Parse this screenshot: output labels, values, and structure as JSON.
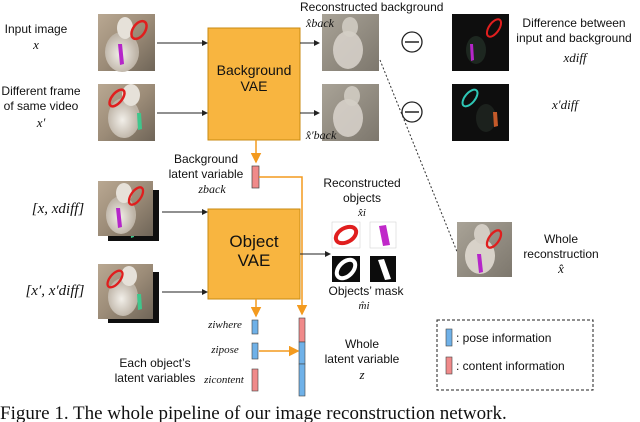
{
  "labels": {
    "input_image": "Input image",
    "input_var": "x",
    "different_frame": "Different frame",
    "of_same_video": "of same video",
    "frame_var": "x′",
    "reconstructed_background": "Reconstructed background",
    "xhat_back": "x̂back",
    "xhat_back_prime": "x̂′back",
    "difference_line1": "Difference between",
    "difference_line2": "input and background",
    "x_diff": "xdiff",
    "x_diff_prime": "x′diff",
    "bg_latent_line1": "Background",
    "bg_latent_line2": "latent variable",
    "z_back": "zback",
    "input_pair_1": "[x, xdiff]",
    "input_pair_2": "[x′, x′diff]",
    "reconstructed_objects_line1": "Reconstructed",
    "reconstructed_objects_line2": "objects",
    "xhat_i": "x̂i",
    "objects_mask": "Objects’ mask",
    "mhat_i": "m̂i",
    "whole_recon_line1": "Whole",
    "whole_recon_line2": "reconstruction",
    "xhat": "x̂",
    "z_where": "ziwhere",
    "z_pose": "zipose",
    "z_content": "zicontent",
    "each_object_line1": "Each object’s",
    "each_object_line2": "latent variables",
    "whole_latent_line1": "Whole",
    "whole_latent_line2": "latent variable",
    "z": "z",
    "minus_symbol": "−"
  },
  "boxes": {
    "background_vae_line1": "Background",
    "background_vae_line2": "VAE",
    "object_vae_line1": "Object",
    "object_vae_line2": "VAE"
  },
  "legend": {
    "pose": ": pose information",
    "content": ": content information"
  },
  "caption": "Figure 1. The whole pipeline of our image reconstruction network.",
  "colors": {
    "vae_fill": "#f8b540",
    "vae_stroke": "#c98a10",
    "orange_arrow": "#f39a1e",
    "pose_blue": "#6fb1e8",
    "content_pink": "#f08a8a"
  }
}
